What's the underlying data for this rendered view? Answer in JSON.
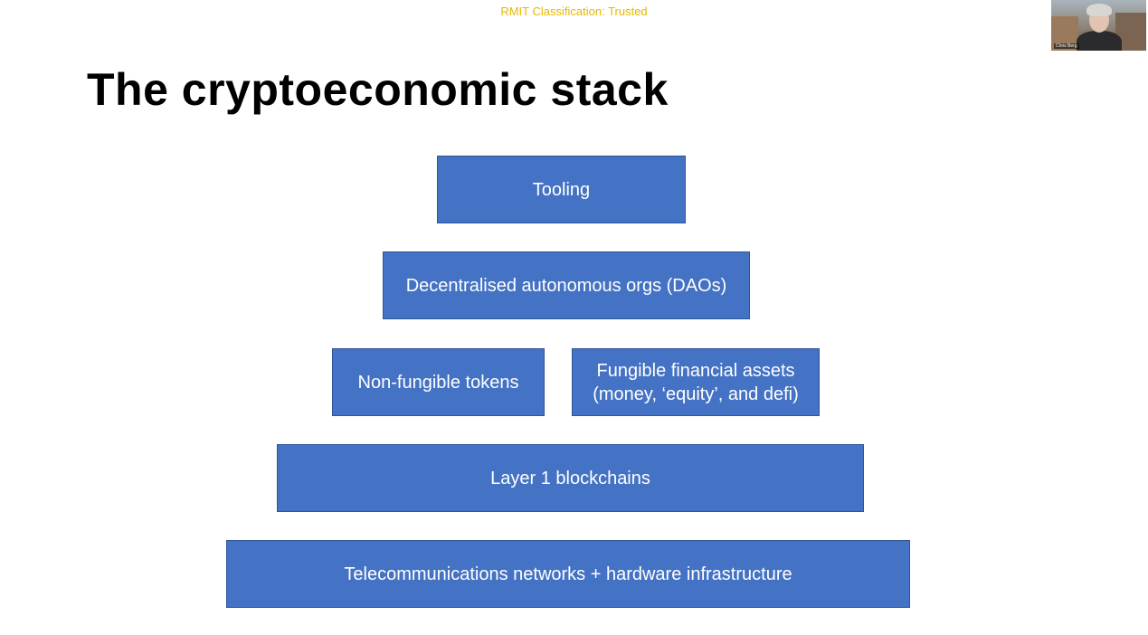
{
  "header": {
    "classification": "RMIT Classification: Trusted"
  },
  "slide": {
    "title": "The cryptoeconomic stack",
    "layers": {
      "tooling": "Tooling",
      "daos": "Decentralised autonomous orgs (DAOs)",
      "nft": "Non-fungible tokens",
      "fungible_line1": "Fungible financial assets",
      "fungible_line2": "(money, ‘equity’, and defi)",
      "layer1": "Layer 1 blockchains",
      "telecom": "Telecommunications networks + hardware infrastructure"
    }
  },
  "webcam": {
    "participant_name": "Chris Berg"
  },
  "colors": {
    "box_fill": "#4472c4",
    "box_text": "#ffffff",
    "classification_text": "#e6b800"
  }
}
